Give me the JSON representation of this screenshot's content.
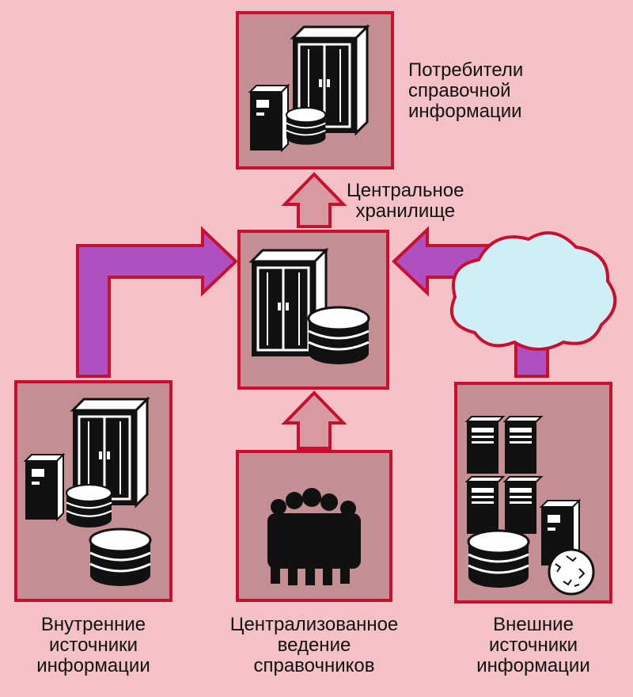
{
  "nodes": {
    "consumers": {
      "label": "Потребители\nсправочной\nинформации"
    },
    "central_storage": {
      "label": "Центральное\nхранилище"
    },
    "internal_sources": {
      "label": "Внутренние\nисточники\nинформации"
    },
    "centralized_directory": {
      "label": "Централизованное\nведение\nсправочников"
    },
    "external_sources": {
      "label": "Внешние\nисточники\nинформации"
    }
  },
  "colors": {
    "background": "#f4c2c6",
    "box_fill": "#c48f93",
    "box_outline": "#c8102e",
    "arrow_fill": "#b04fbf",
    "up_arrow_fill": "#d79aa0",
    "cloud_fill": "#cfeef5",
    "equipment_dark": "#111111",
    "equipment_light": "#ffffff"
  }
}
